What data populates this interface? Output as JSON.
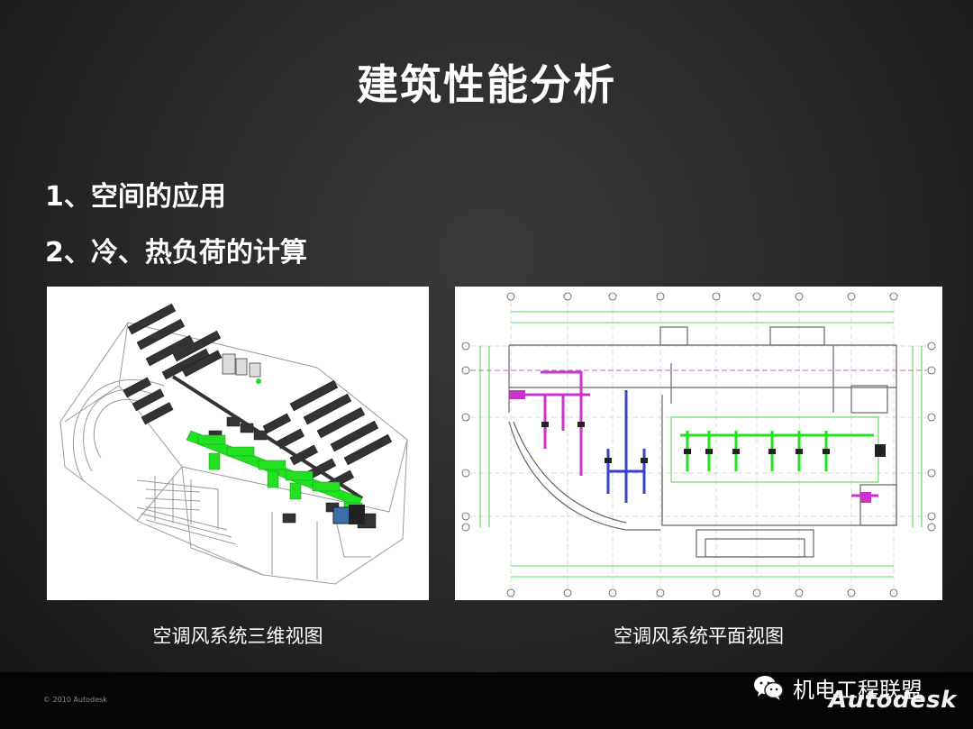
{
  "slide": {
    "title": "建筑性能分析",
    "bullets": [
      "1、空间的应用",
      "2、冷、热负荷的计算"
    ],
    "figures": [
      {
        "caption": "空调风系统三维视图"
      },
      {
        "caption": "空调风系统平面视图"
      }
    ]
  },
  "footer": {
    "copyright": "© 2010 Autodesk",
    "logo": "Autodesk",
    "watermark": "机电工程联盟"
  },
  "colors": {
    "background": "#262626",
    "duct_green": "#22e022",
    "duct_magenta": "#cc33cc",
    "duct_blue": "#3344cc"
  }
}
